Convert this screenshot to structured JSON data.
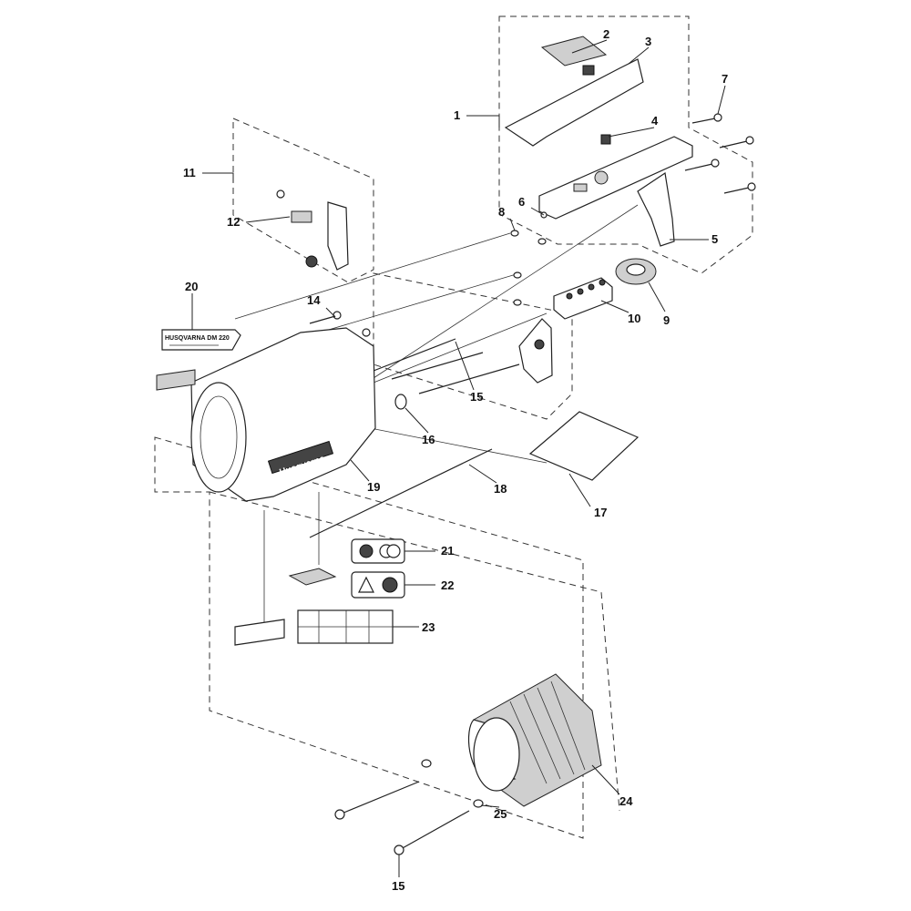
{
  "diagram": {
    "type": "exploded-parts-view",
    "callouts": [
      {
        "id": "c1",
        "label": "1"
      },
      {
        "id": "c2",
        "label": "2"
      },
      {
        "id": "c3",
        "label": "3"
      },
      {
        "id": "c4",
        "label": "4"
      },
      {
        "id": "c5",
        "label": "5"
      },
      {
        "id": "c6",
        "label": "6"
      },
      {
        "id": "c7",
        "label": "7"
      },
      {
        "id": "c8",
        "label": "8"
      },
      {
        "id": "c9",
        "label": "9"
      },
      {
        "id": "c10",
        "label": "10"
      },
      {
        "id": "c11",
        "label": "11"
      },
      {
        "id": "c12",
        "label": "12"
      },
      {
        "id": "c14",
        "label": "14"
      },
      {
        "id": "c15a",
        "label": "15"
      },
      {
        "id": "c15b",
        "label": "15"
      },
      {
        "id": "c16",
        "label": "16"
      },
      {
        "id": "c17",
        "label": "17"
      },
      {
        "id": "c18",
        "label": "18"
      },
      {
        "id": "c19",
        "label": "19"
      },
      {
        "id": "c20",
        "label": "20"
      },
      {
        "id": "c21",
        "label": "21"
      },
      {
        "id": "c22",
        "label": "22"
      },
      {
        "id": "c23",
        "label": "23"
      },
      {
        "id": "c24",
        "label": "24"
      },
      {
        "id": "c25",
        "label": "25"
      }
    ],
    "decal_20_text": "HUSQVARNA DM 220",
    "housing_logo_text": "Husqvarna"
  }
}
